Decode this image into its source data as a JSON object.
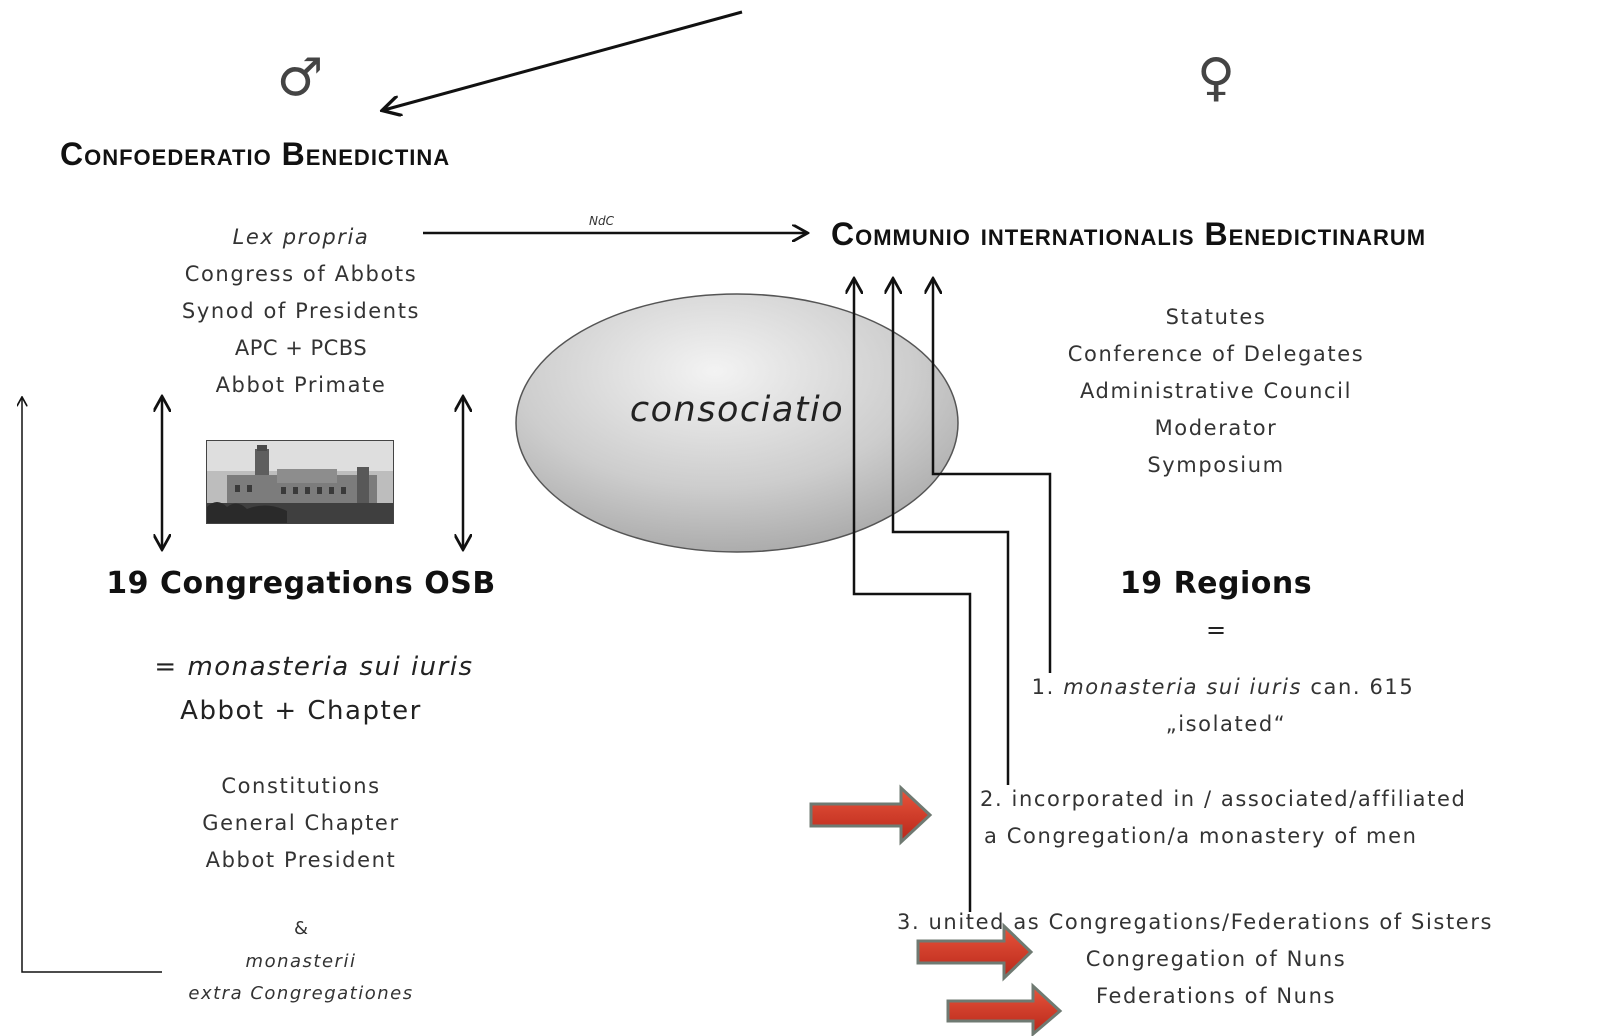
{
  "symbols": {
    "male": "♂",
    "female": "♀"
  },
  "left": {
    "title": "Confoederatio Benedictina",
    "items": [
      "Lex propria",
      "Congress of Abbots",
      "Synod of Presidents",
      "APC + PCBS",
      "Abbot Primate"
    ],
    "congregations": "19 Congregations OSB",
    "eq_line": "= monasteria sui iuris",
    "abbot_chapter": "Abbot + Chapter",
    "constitution_items": [
      "Constitutions",
      "General Chapter",
      "Abbot President"
    ],
    "amp": "&",
    "extra_1": "monasterii",
    "extra_2": "extra Congregationes"
  },
  "ndc_label": "NdC",
  "consociatio": "consociatio",
  "right": {
    "title": "Communio internationalis Benedictinarum",
    "items": [
      "Statutes",
      "Conference of Delegates",
      "Administrative Council",
      "Moderator",
      "Symposium"
    ],
    "regions": "19 Regions",
    "equals": "=",
    "r1_num": "1.",
    "r1_it": "monasteria sui iuris",
    "r1_rest": "can. 615",
    "r1_sub": "„isolated“",
    "r2_a": "2. incorporated in / associated/affiliated",
    "r2_b": "a Congregation/a monastery of men",
    "r3_a": "3. united as Congregations/Federations of Sisters",
    "r3_b": "Congregation of Nuns",
    "r3_c": "Federations of Nuns"
  },
  "colors": {
    "arrow": "#111111",
    "red_arrow": "#d9321f",
    "red_arrow_edge": "#6f7a72",
    "ellipse_light": "#f2f2f2",
    "ellipse_dark": "#a7a7a7"
  }
}
